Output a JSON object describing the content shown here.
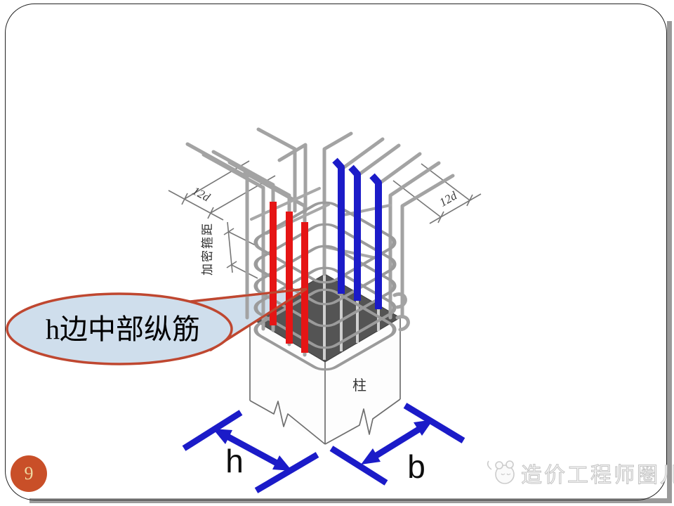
{
  "slide": {
    "page_number": "9",
    "watermark_text": "造价工程师圈儿"
  },
  "diagram": {
    "description": "isometric drawing of a frame column base with rebar cage; three h-side middle longitudinal bars highlighted red, three b-side middle bars highlighted blue",
    "callout_text": "h边中部纵筋",
    "labels": {
      "dim_left": "12d",
      "dim_right": "12d",
      "stirrup_spacing": "加密箍距",
      "column": "柱",
      "h_label": "h",
      "b_label": "b"
    },
    "colors": {
      "highlight_red": "#e51515",
      "highlight_blue": "#1b1bc8",
      "callout_fill": "#cfdeec",
      "callout_border": "#bf4730",
      "page_circle": "#c94f28",
      "page_number_text": "#eed9a2",
      "rebar_gray": "#a3a3a3",
      "line_gray": "#777777",
      "concrete_dark": "#545454",
      "watermark_gray": "#d8d8d8"
    }
  }
}
